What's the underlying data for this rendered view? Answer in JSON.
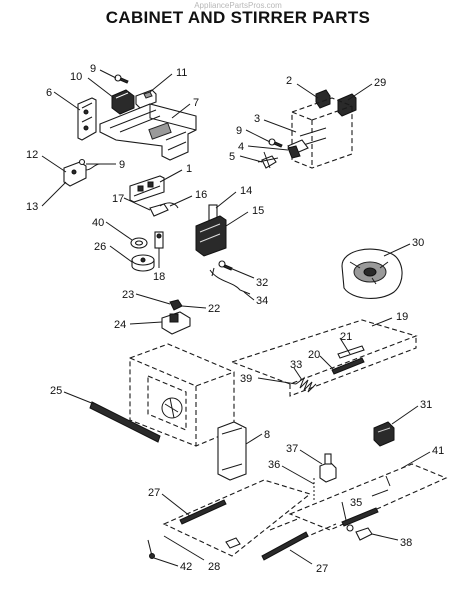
{
  "watermark": "AppliancePartsPros.com",
  "title": "CABINET AND STIRRER PARTS",
  "callouts": [
    {
      "id": "c1",
      "text": "1"
    },
    {
      "id": "c2",
      "text": "2"
    },
    {
      "id": "c3",
      "text": "3"
    },
    {
      "id": "c4",
      "text": "4"
    },
    {
      "id": "c5",
      "text": "5"
    },
    {
      "id": "c6",
      "text": "6"
    },
    {
      "id": "c7",
      "text": "7"
    },
    {
      "id": "c8",
      "text": "8"
    },
    {
      "id": "c9a",
      "text": "9"
    },
    {
      "id": "c9b",
      "text": "9"
    },
    {
      "id": "c9c",
      "text": "9"
    },
    {
      "id": "c10",
      "text": "10"
    },
    {
      "id": "c11",
      "text": "11"
    },
    {
      "id": "c12",
      "text": "12"
    },
    {
      "id": "c13",
      "text": "13"
    },
    {
      "id": "c14",
      "text": "14"
    },
    {
      "id": "c15",
      "text": "15"
    },
    {
      "id": "c16",
      "text": "16"
    },
    {
      "id": "c17",
      "text": "17"
    },
    {
      "id": "c18",
      "text": "18"
    },
    {
      "id": "c19",
      "text": "19"
    },
    {
      "id": "c20",
      "text": "20"
    },
    {
      "id": "c21",
      "text": "21"
    },
    {
      "id": "c22",
      "text": "22"
    },
    {
      "id": "c23",
      "text": "23"
    },
    {
      "id": "c24",
      "text": "24"
    },
    {
      "id": "c25",
      "text": "25"
    },
    {
      "id": "c26",
      "text": "26"
    },
    {
      "id": "c27a",
      "text": "27"
    },
    {
      "id": "c27b",
      "text": "27"
    },
    {
      "id": "c28",
      "text": "28"
    },
    {
      "id": "c29",
      "text": "29"
    },
    {
      "id": "c30",
      "text": "30"
    },
    {
      "id": "c31",
      "text": "31"
    },
    {
      "id": "c32",
      "text": "32"
    },
    {
      "id": "c33",
      "text": "33"
    },
    {
      "id": "c34",
      "text": "34"
    },
    {
      "id": "c35",
      "text": "35"
    },
    {
      "id": "c36",
      "text": "36"
    },
    {
      "id": "c37",
      "text": "37"
    },
    {
      "id": "c38",
      "text": "38"
    },
    {
      "id": "c39",
      "text": "39"
    },
    {
      "id": "c40",
      "text": "40"
    },
    {
      "id": "c41",
      "text": "41"
    },
    {
      "id": "c42",
      "text": "42"
    }
  ]
}
